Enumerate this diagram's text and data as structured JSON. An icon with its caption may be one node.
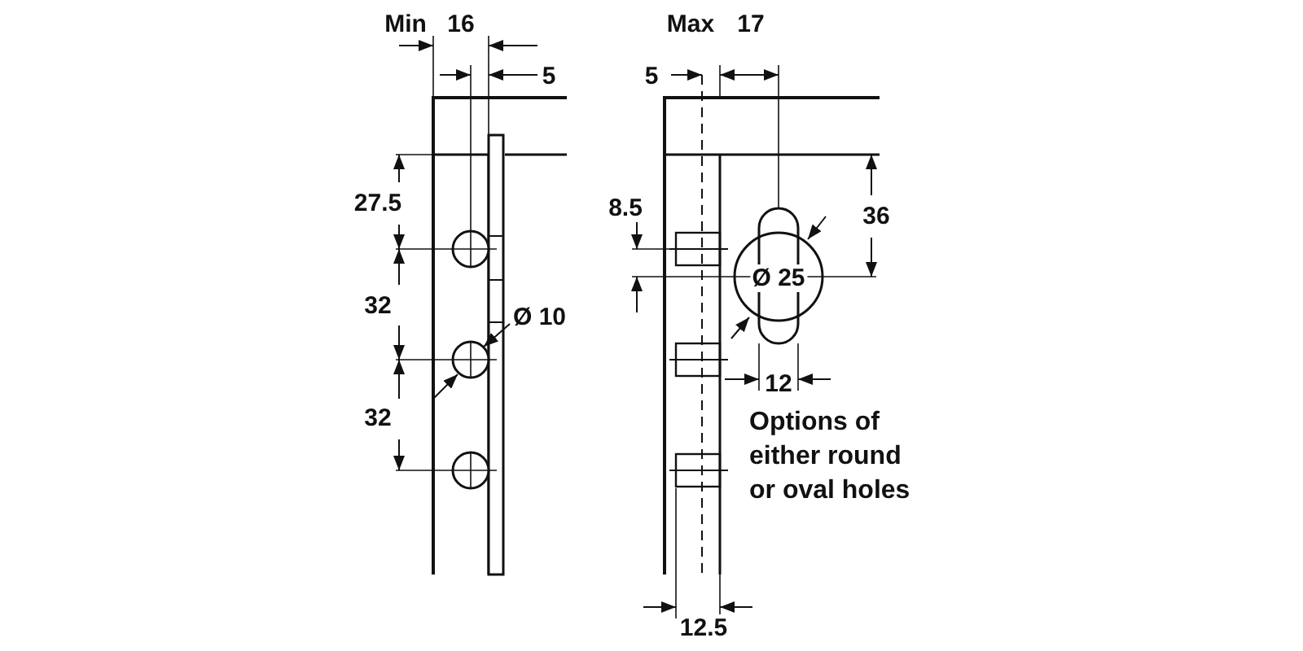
{
  "diagram": {
    "labels": [
      "Min",
      "16",
      "5",
      "27.5",
      "32",
      "Ø 10",
      "32",
      "Max",
      "17",
      "5",
      "8.5",
      "36",
      "Ø 25",
      "12",
      "Options of either round or oval holes",
      "12.5"
    ]
  }
}
